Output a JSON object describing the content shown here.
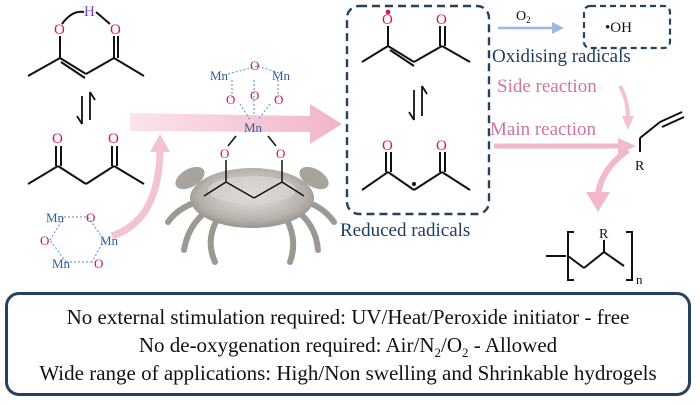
{
  "labels": {
    "h": "H",
    "o": "O",
    "mn": "Mn",
    "oxygen": "O",
    "oxygen_sub": "2",
    "oh_radical": "•OH",
    "r_group": "R",
    "n_subscript": "n"
  },
  "annotations": {
    "oxidising_radicals": "Oxidising radicals",
    "side_reaction": "Side reaction",
    "main_reaction": "Main reaction",
    "reduced_radicals": "Reduced radicals"
  },
  "caption": {
    "line1": "No external stimulation required: UV/Heat/Peroxide initiator - free",
    "line2_pre": "No de-oxygenation required: Air/N",
    "line2_sub1": "2",
    "line2_mid": "/O",
    "line2_sub2": "2",
    "line2_post": " - Allowed",
    "line3": "Wide range of applications: High/Non swelling and Shrinkable hydrogels"
  },
  "colors": {
    "text_dark": "#111111",
    "oxygen_red": "#d0185a",
    "hydrogen_purple": "#7a3fb0",
    "mn_blue": "#2f5f9a",
    "navy_label": "#1d3d62",
    "pink_label": "#d4739c",
    "arrow_pink": "#f2b9cc",
    "arrow_blue": "#9db8e6",
    "box_border": "#23425f"
  }
}
